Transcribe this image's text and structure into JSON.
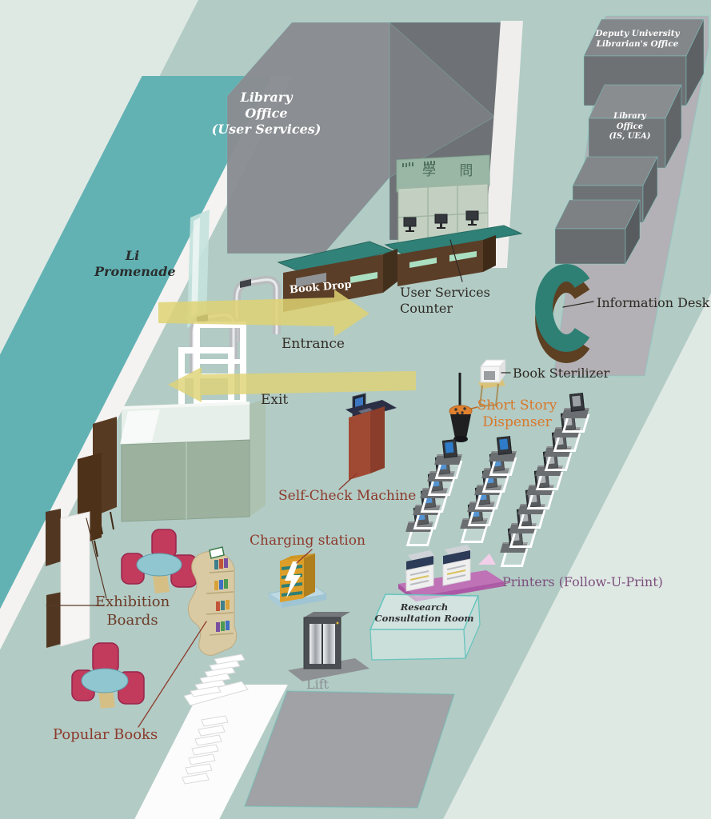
{
  "floor_map": {
    "promenade": {
      "label": "Li\nPromenade"
    },
    "offices": {
      "user_services": {
        "label": "Library\nOffice\n(User Services)"
      },
      "deputy_librarian": {
        "label": "Deputy University\nLibrarian's Office"
      },
      "is_uea": {
        "label": "Library\nOffice\n(IS, UEA)"
      }
    },
    "counters": {
      "book_drop": {
        "label": "Book Drop"
      },
      "user_services_counter": {
        "label": "User Services Counter"
      },
      "information_desk": {
        "label": "Information Desk"
      },
      "counter_sign": {
        "characters": "學 問"
      }
    },
    "circulation": {
      "entrance": {
        "label": "Entrance",
        "arrow_direction": "right"
      },
      "exit": {
        "label": "Exit",
        "arrow_direction": "left"
      },
      "lift": {
        "label": "Lift"
      }
    },
    "equipment": {
      "book_sterilizer": {
        "label": "Book Sterilizer"
      },
      "short_story_dispenser": {
        "label": "Short Story\nDispenser"
      },
      "self_check_machine": {
        "label": "Self-Check Machine"
      },
      "charging_station": {
        "label": "Charging station"
      },
      "printers": {
        "label": "Printers (Follow-U-Print)"
      }
    },
    "zones": {
      "exhibition_boards": {
        "label": "Exhibition\nBoards"
      },
      "popular_books": {
        "label": "Popular Books"
      },
      "research_consultation_room": {
        "label": "Research\nConsultation Room"
      }
    },
    "computer_area": {
      "rows": [
        {
          "name": "computer-row-1",
          "workstations": 5,
          "screen": "blue"
        },
        {
          "name": "computer-row-2",
          "workstations": 5,
          "screen": "blue"
        },
        {
          "name": "study-carrel-row",
          "workstations": 8,
          "screen": "gray"
        }
      ]
    },
    "colors": {
      "promenade_teal": "#62b2b4",
      "floor_sage": "#b2cbc5",
      "background_pale": "#dfe9e4",
      "counter_teal": "#2f8076",
      "counter_brown": "#5b3e27",
      "arrow_yellow": "#ded273",
      "label_dark": "#2e2923",
      "label_red": "#8c3a2b",
      "label_orange": "#d9782a",
      "label_purple": "#7d4f7d",
      "label_gray": "#8a9093"
    }
  }
}
